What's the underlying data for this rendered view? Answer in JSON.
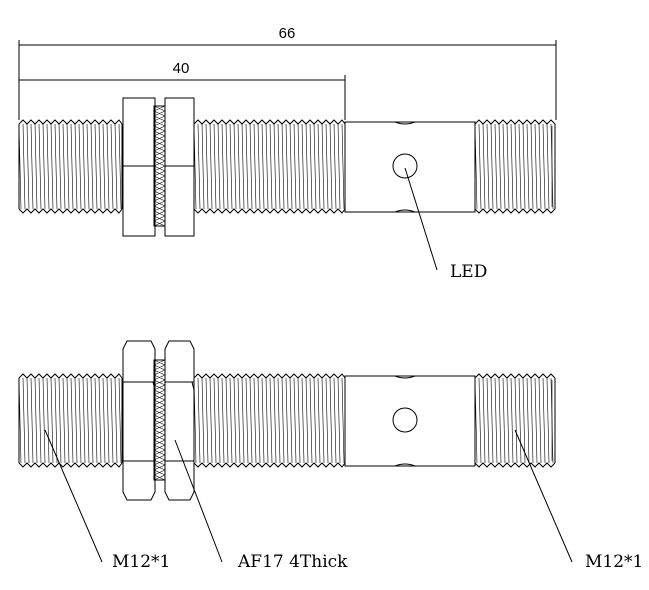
{
  "dimensions": {
    "overall": "66",
    "thread_length": "40"
  },
  "labels": {
    "led": "LED",
    "thread_left": "M12*1",
    "nut": "AF17 4Thick",
    "thread_right": "M12*1"
  },
  "colors": {
    "line": "#000000",
    "background": "#ffffff"
  }
}
